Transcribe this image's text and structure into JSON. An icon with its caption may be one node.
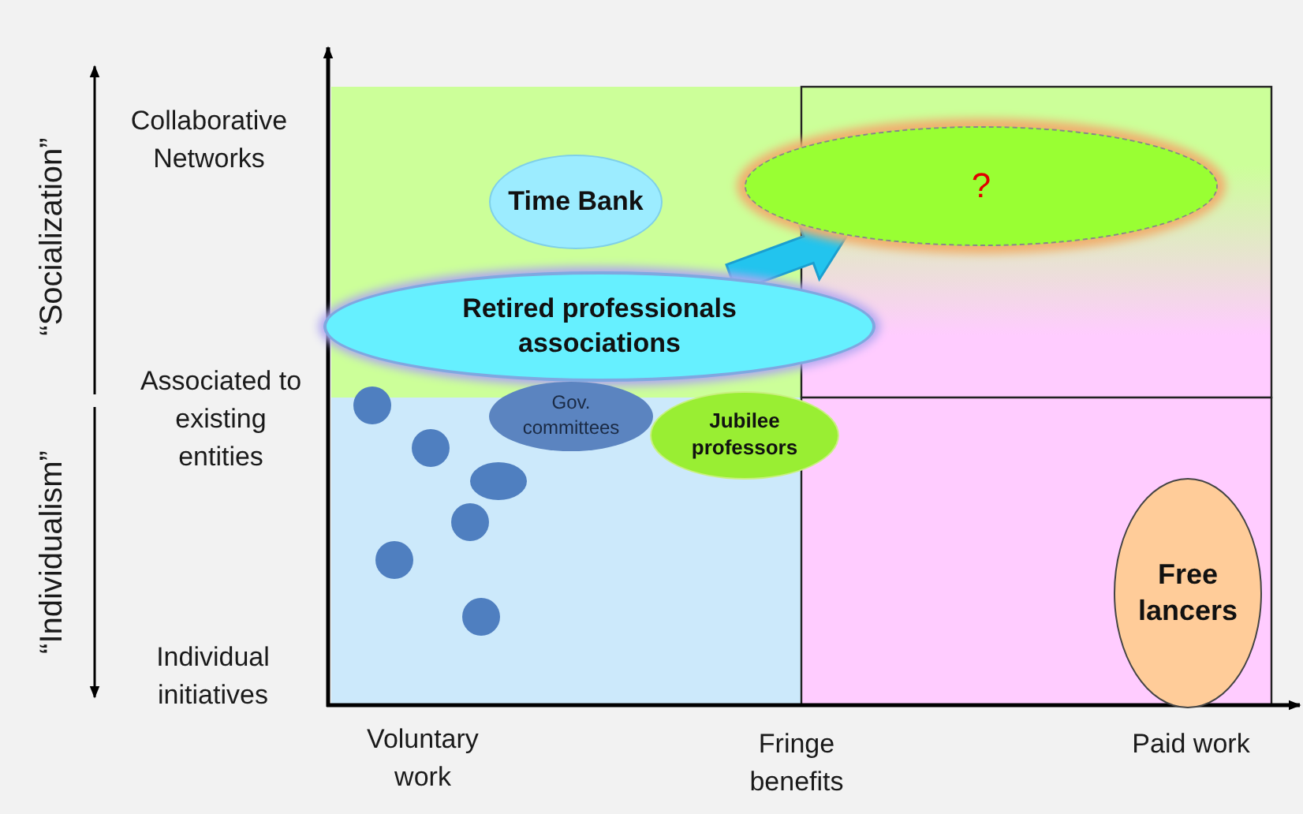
{
  "diagram": {
    "nodes": [
      {
        "text": [
          "Time Bank"
        ]
      },
      {
        "text": [
          "Retired professionals associations"
        ]
      },
      {
        "text": [
          "?"
        ]
      },
      {
        "text": [
          "Gov. committees"
        ]
      },
      {
        "text": [
          "Jubilee professors"
        ]
      },
      {
        "text": [
          "Free lancers"
        ]
      },
      {
        "text": [],
        "shape": "circle"
      },
      {
        "text": [],
        "shape": "circle"
      },
      {
        "text": [],
        "shape": "ellipse"
      },
      {
        "text": [],
        "shape": "circle"
      },
      {
        "text": [],
        "shape": "circle"
      },
      {
        "text": [],
        "shape": "circle"
      }
    ],
    "edges": [
      {
        "from": 1,
        "to": 2,
        "arrow": "to",
        "style": "thick"
      }
    ],
    "labels": [
      "“Socialization”",
      "Collaborative Networks",
      "“Individualism”",
      "Associated to existing entities",
      "Individual initiatives",
      "Voluntary work",
      "Fringe benefits",
      "Paid work"
    ]
  }
}
